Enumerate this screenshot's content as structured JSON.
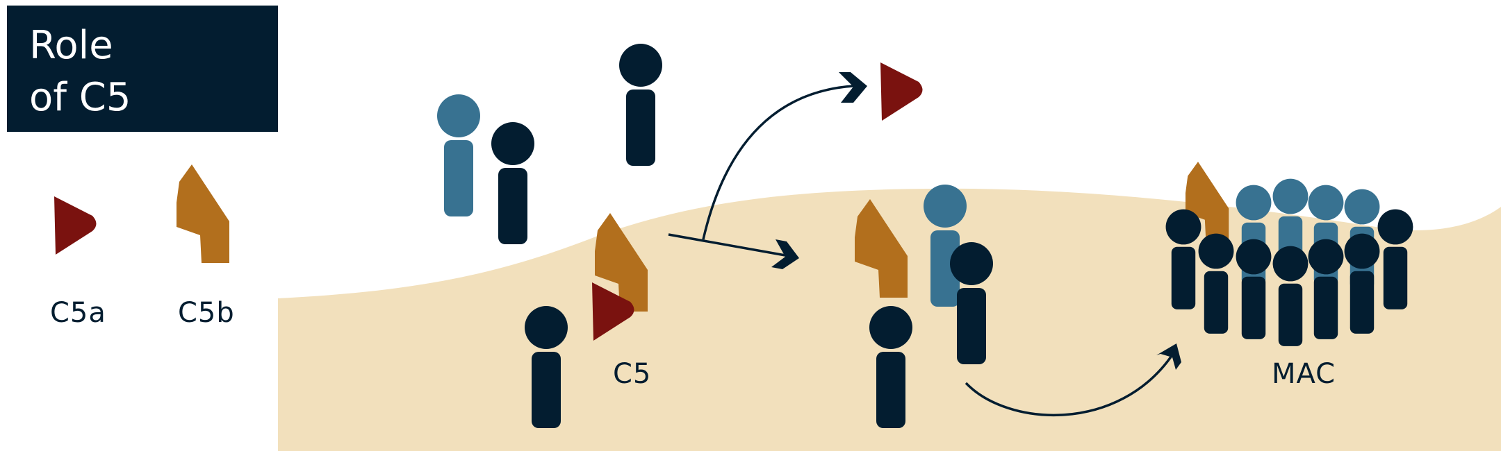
{
  "title": {
    "line1": "Role",
    "line2": "of C5"
  },
  "legend": {
    "c5a_label": "C5a",
    "c5b_label": "C5b"
  },
  "labels": {
    "c5": "C5",
    "mac": "MAC"
  },
  "colors": {
    "navy": "#031d30",
    "teal": "#387291",
    "orange": "#b26f1d",
    "dark_red": "#7a120f",
    "membrane": "#f2e0bc",
    "white": "#ffffff"
  }
}
